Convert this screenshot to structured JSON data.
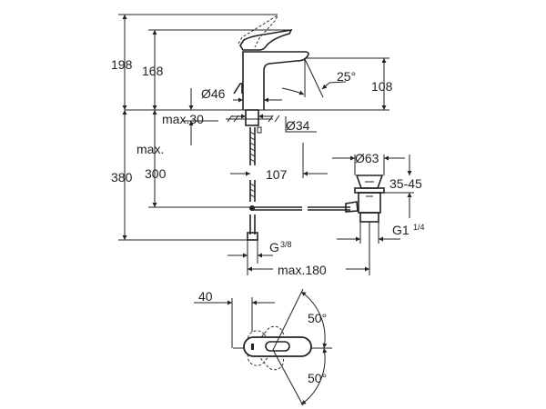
{
  "dimensions": {
    "total_height": "198",
    "spout_height": "168",
    "spout_clearance": "108",
    "spout_angle": "25°",
    "base_diameter": "Ø46",
    "max_deck_thickness": "max.30",
    "hole_diameter": "Ø34",
    "max_label": "max.",
    "hose_length": "380",
    "pipe_height": "300",
    "spout_reach": "107",
    "waste_diameter": "Ø63",
    "waste_range": "35-45",
    "waste_thread": "G1",
    "waste_thread_fraction": "1/4",
    "supply_thread": "G",
    "supply_thread_fraction": "3/8",
    "max_projection": "max.180",
    "lever_offset": "40",
    "lever_angle_up": "50°",
    "lever_angle_down": "50°"
  }
}
